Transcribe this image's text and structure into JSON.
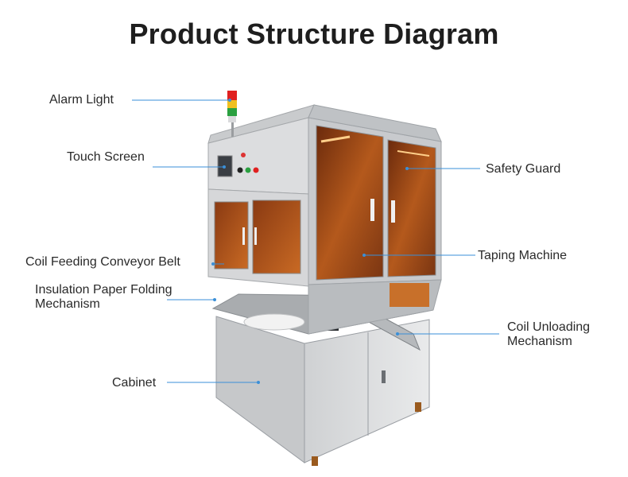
{
  "title": "Product Structure Diagram",
  "labels": {
    "alarm_light": "Alarm Light",
    "touch_screen": "Touch Screen",
    "safety_guard": "Safety Guard",
    "coil_feeding": "Coil Feeding Conveyor Belt",
    "insulation_line1": "Insulation Paper Folding",
    "insulation_line2": "Mechanism",
    "taping_machine": "Taping Machine",
    "coil_unloading_line1": "Coil Unloading",
    "coil_unloading_line2": "Mechanism",
    "cabinet": "Cabinet"
  },
  "colors": {
    "leader_line": "#3a8fd8",
    "frame": "#b9bdc2",
    "panel": "#d9dadc",
    "amber_glass": "#b4591c",
    "alarm_red": "#e02020",
    "alarm_yellow": "#f0c020",
    "alarm_green": "#2aa040"
  }
}
